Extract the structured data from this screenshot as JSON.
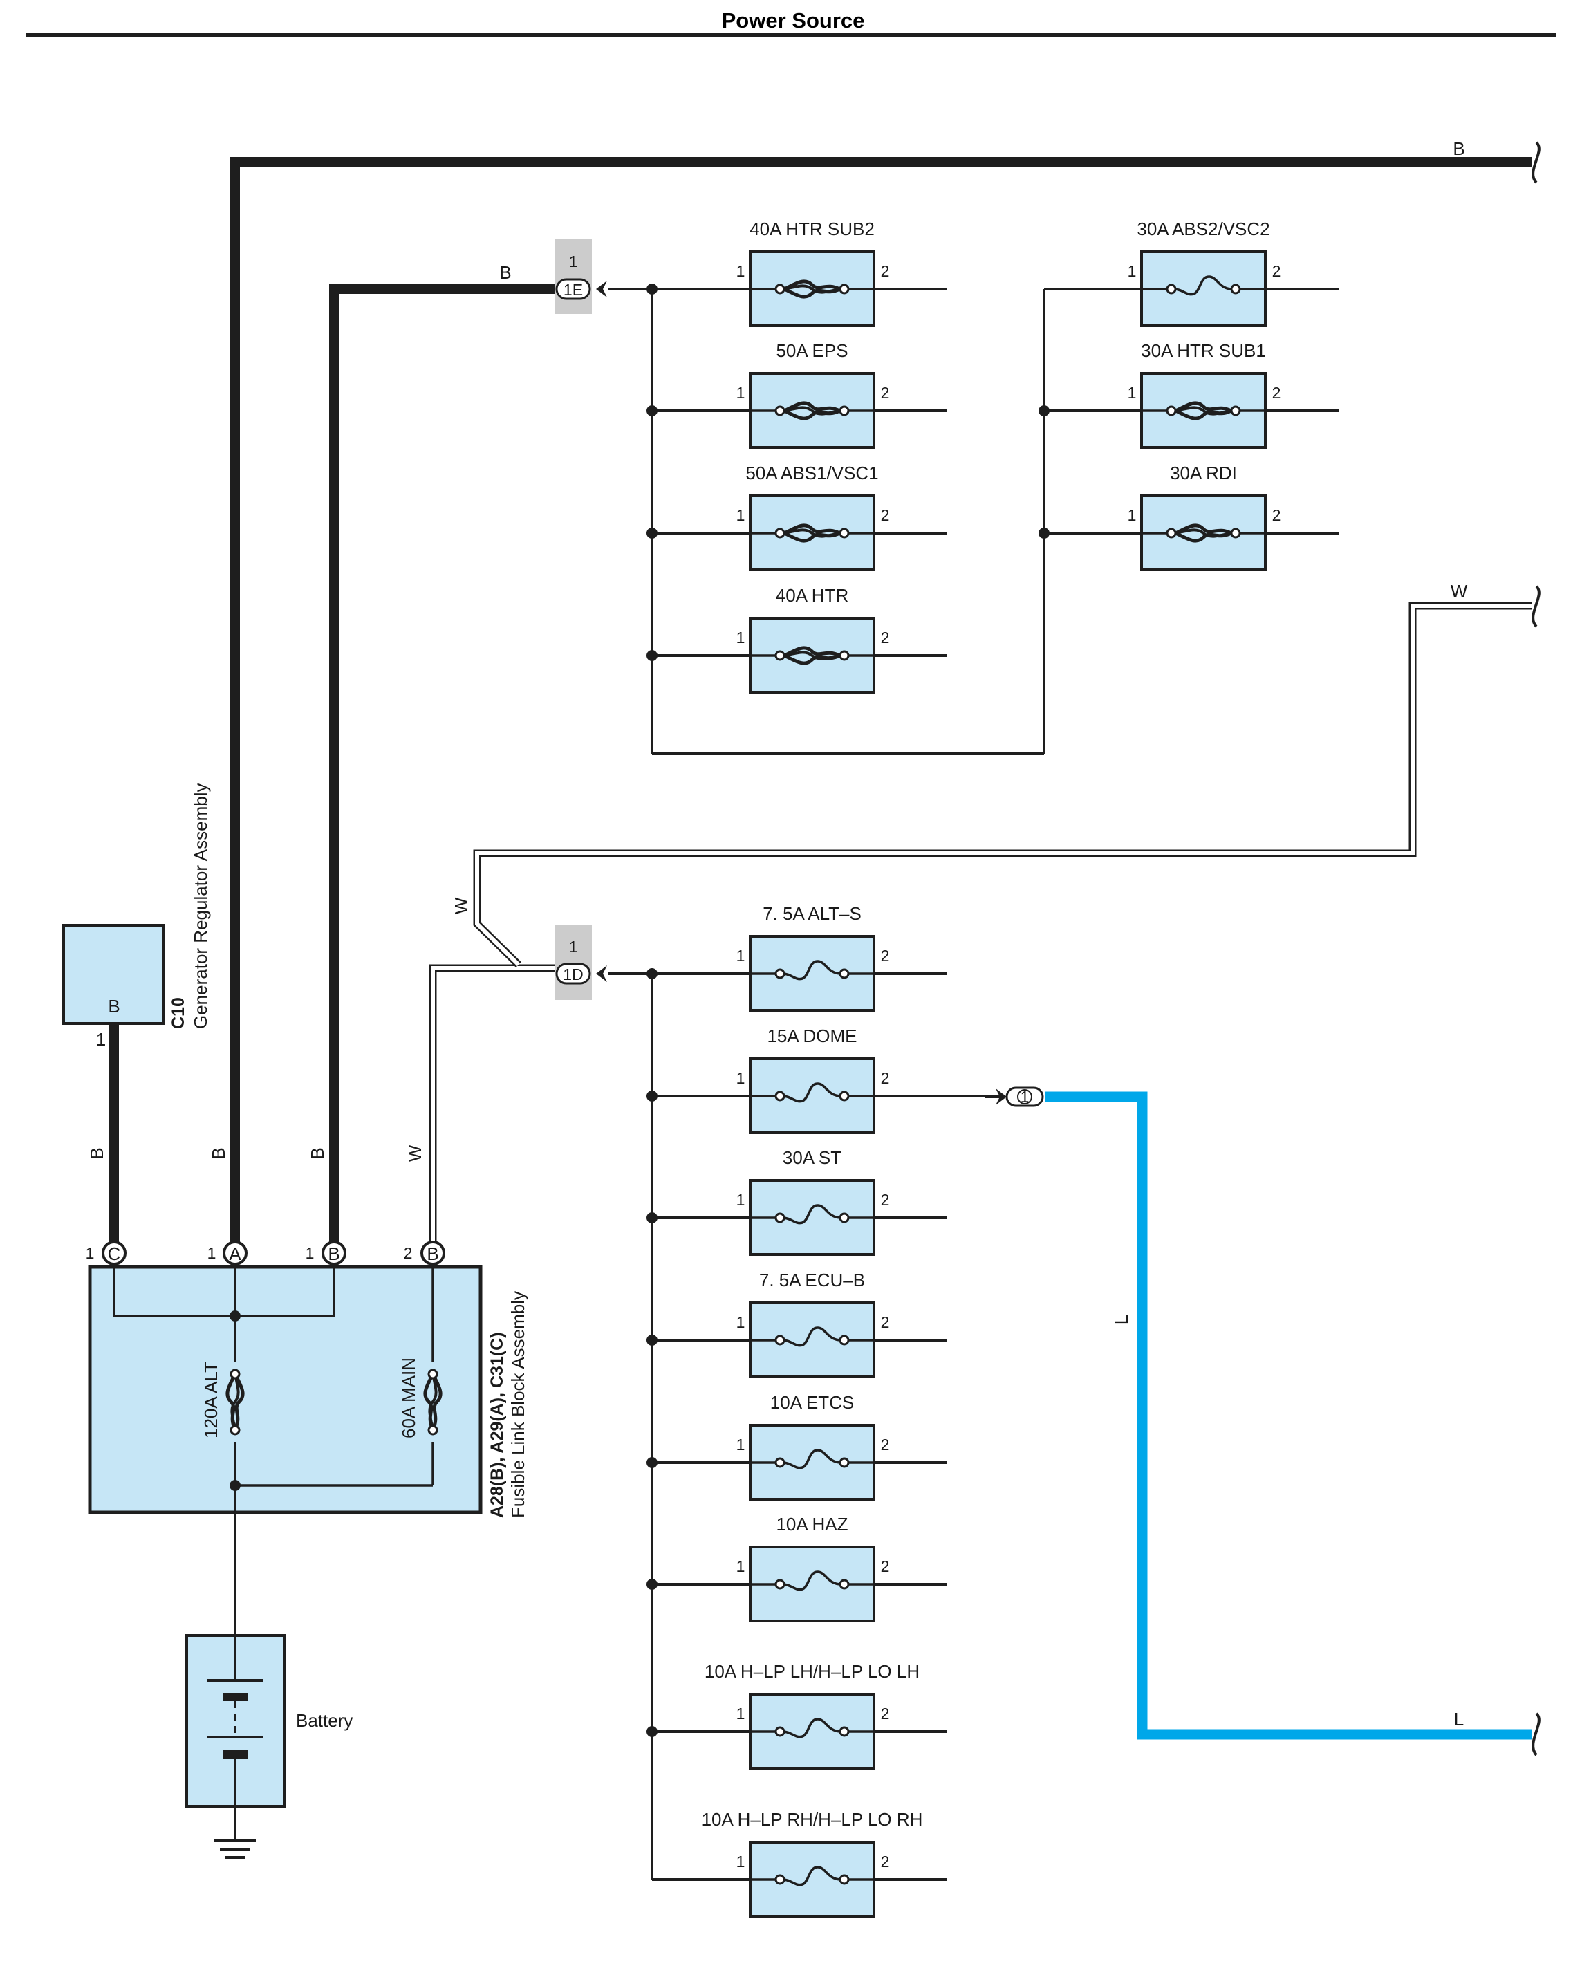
{
  "title": "Power Source",
  "colors": {
    "component_fill": "#c6e6f6",
    "wire_black": "#1e1e1e",
    "wire_blue": "#00a7e9",
    "connector_tag": "#cccccc"
  },
  "components": {
    "generator": {
      "code": "C10",
      "name": "Generator Regulator Assembly",
      "pin_letter": "B",
      "pin_number": "1"
    },
    "fusible_link": {
      "codes": "A28(B), A29(A), C31(C)",
      "name": "Fusible Link Block Assembly",
      "fuse_alt": "120A ALT",
      "fuse_main": "60A MAIN",
      "terminals": [
        {
          "pin": "1",
          "letter": "C"
        },
        {
          "pin": "1",
          "letter": "A"
        },
        {
          "pin": "1",
          "letter": "B"
        },
        {
          "pin": "2",
          "letter": "B"
        }
      ]
    },
    "battery": {
      "name": "Battery"
    }
  },
  "connectors": {
    "upper": {
      "pin": "1",
      "code": "1E"
    },
    "lower": {
      "pin": "1",
      "code": "1D"
    },
    "dome_out": {
      "code": "1"
    }
  },
  "wire_colors": {
    "b_top": "B",
    "b_1e": "B",
    "b_c10": "B",
    "b_a": "B",
    "b_b": "B",
    "w_top": "W",
    "w_diag": "W",
    "w_b2": "W",
    "l_vert": "L",
    "l_bottom": "L"
  },
  "fuses_top_left": [
    {
      "label": "40A HTR SUB2",
      "pin_in": "1",
      "pin_out": "2"
    },
    {
      "label": "50A EPS",
      "pin_in": "1",
      "pin_out": "2"
    },
    {
      "label": "50A ABS1/VSC1",
      "pin_in": "1",
      "pin_out": "2"
    },
    {
      "label": "40A HTR",
      "pin_in": "1",
      "pin_out": "2"
    }
  ],
  "fuses_top_right": [
    {
      "label": "30A ABS2/VSC2",
      "pin_in": "1",
      "pin_out": "2"
    },
    {
      "label": "30A HTR SUB1",
      "pin_in": "1",
      "pin_out": "2"
    },
    {
      "label": "30A RDI",
      "pin_in": "1",
      "pin_out": "2"
    }
  ],
  "fuses_lower": [
    {
      "label": "7. 5A ALT–S",
      "pin_in": "1",
      "pin_out": "2"
    },
    {
      "label": "15A DOME",
      "pin_in": "1",
      "pin_out": "2"
    },
    {
      "label": "30A ST",
      "pin_in": "1",
      "pin_out": "2"
    },
    {
      "label": "7. 5A ECU–B",
      "pin_in": "1",
      "pin_out": "2"
    },
    {
      "label": "10A ETCS",
      "pin_in": "1",
      "pin_out": "2"
    },
    {
      "label": "10A HAZ",
      "pin_in": "1",
      "pin_out": "2"
    },
    {
      "label": "10A H–LP LH/H–LP LO LH",
      "pin_in": "1",
      "pin_out": "2"
    },
    {
      "label": "10A H–LP RH/H–LP LO RH",
      "pin_in": "1",
      "pin_out": "2"
    }
  ]
}
